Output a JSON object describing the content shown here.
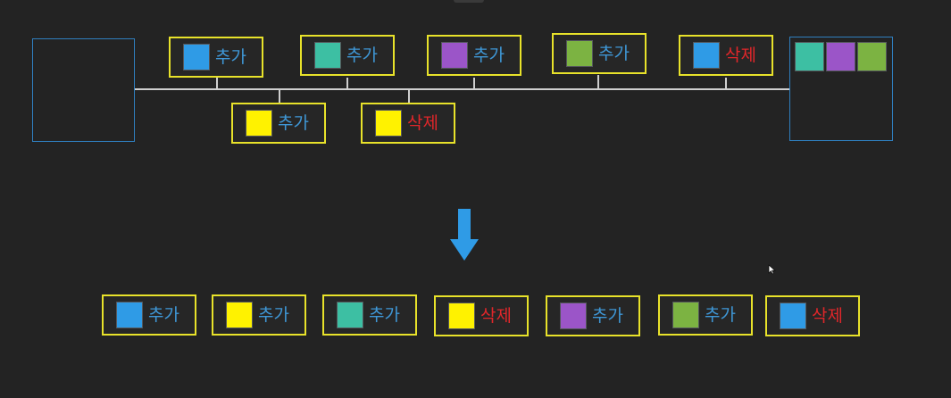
{
  "colors": {
    "blue": "#2f9be6",
    "teal": "#3dbfa3",
    "purple": "#9b55c8",
    "green": "#7cb342",
    "yellow": "#fff200",
    "frame": "#e8e22a",
    "container": "#2f7fbf",
    "add_text": "#3f97d6",
    "delete_text": "#e0262a",
    "line": "#cfcfcf",
    "arrow": "#2f9be6"
  },
  "stream_ops": [
    {
      "color": "blue",
      "label": "추가",
      "kind": "add"
    },
    {
      "color": "teal",
      "label": "추가",
      "kind": "add"
    },
    {
      "color": "purple",
      "label": "추가",
      "kind": "add"
    },
    {
      "color": "green",
      "label": "추가",
      "kind": "add"
    },
    {
      "color": "blue",
      "label": "삭제",
      "kind": "delete"
    },
    {
      "color": "yellow",
      "label": "추가",
      "kind": "add"
    },
    {
      "color": "yellow",
      "label": "삭제",
      "kind": "delete"
    }
  ],
  "result_box": [
    "teal",
    "purple",
    "green"
  ],
  "ordered_ops": [
    {
      "color": "blue",
      "label": "추가",
      "kind": "add"
    },
    {
      "color": "yellow",
      "label": "추가",
      "kind": "add"
    },
    {
      "color": "teal",
      "label": "추가",
      "kind": "add"
    },
    {
      "color": "yellow",
      "label": "삭제",
      "kind": "delete"
    },
    {
      "color": "purple",
      "label": "추가",
      "kind": "add"
    },
    {
      "color": "green",
      "label": "추가",
      "kind": "add"
    },
    {
      "color": "blue",
      "label": "삭제",
      "kind": "delete"
    }
  ],
  "icons": {
    "arrow": "arrow-down-icon",
    "cursor": "mouse-cursor-icon"
  }
}
